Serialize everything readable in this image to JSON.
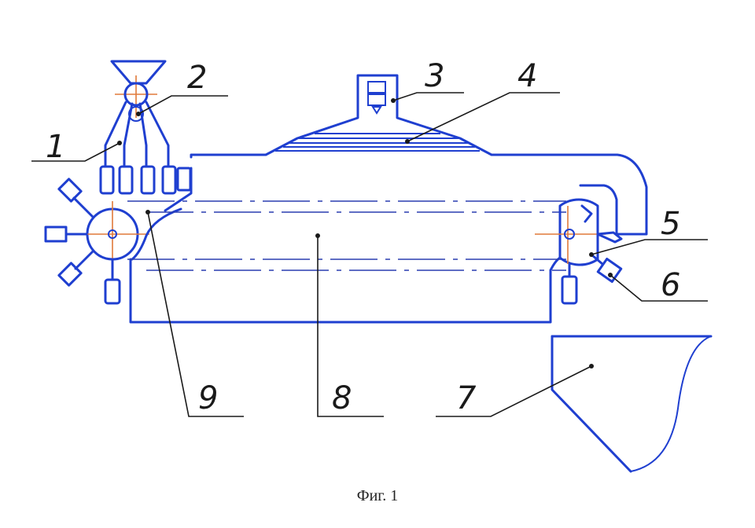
{
  "caption": "Фиг. 1",
  "callouts": [
    {
      "id": "1",
      "label": "1"
    },
    {
      "id": "2",
      "label": "2"
    },
    {
      "id": "3",
      "label": "3"
    },
    {
      "id": "4",
      "label": "4"
    },
    {
      "id": "5",
      "label": "5"
    },
    {
      "id": "6",
      "label": "6"
    },
    {
      "id": "7",
      "label": "7"
    },
    {
      "id": "8",
      "label": "8"
    },
    {
      "id": "9",
      "label": "9"
    }
  ],
  "colors": {
    "outline": "#1f3fd0",
    "axis": "#e07a3a",
    "leader": "#1a1a1a"
  }
}
